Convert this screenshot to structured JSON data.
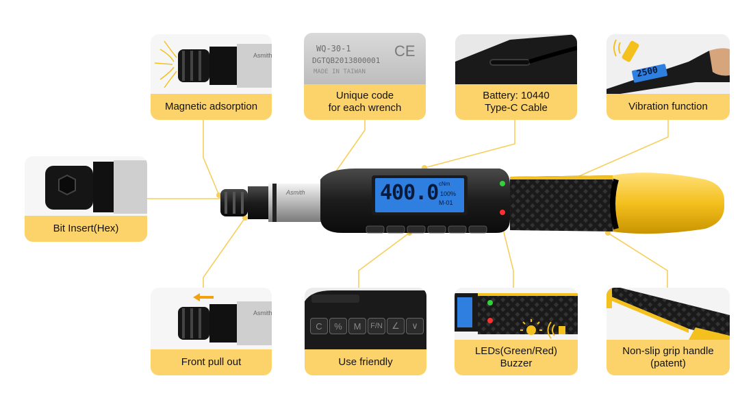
{
  "features": {
    "magnetic": {
      "caption": "Magnetic adsorption"
    },
    "unique_code": {
      "caption": "Unique code\nfor each wrench",
      "plate_line1": "WQ-30-1",
      "plate_line2": "DGTQB2013800001",
      "plate_line3": "MADE IN TAIWAN",
      "plate_mark": "CE"
    },
    "battery": {
      "caption": "Battery: 10440\nType-C Cable"
    },
    "vibration": {
      "caption": "Vibration function",
      "lcd_value": "2500"
    },
    "bit_insert": {
      "caption": "Bit Insert(Hex)"
    },
    "front_pull": {
      "caption": "Front pull out"
    },
    "use_friendly": {
      "caption": "Use friendly",
      "buttons": [
        "C",
        "%",
        "M",
        "F/N",
        "∠",
        "∨"
      ]
    },
    "leds": {
      "caption": "LEDs(Green/Red)\nBuzzer"
    },
    "grip": {
      "caption": "Non-slip grip handle\n(patent)"
    }
  },
  "wrench": {
    "lcd_value": "400.0",
    "lcd_unit": "cNm",
    "lcd_percent": "100%",
    "lcd_mode": "M-01",
    "brand": "Asmith"
  },
  "colors": {
    "accent": "#fcd36b",
    "line": "#f6cf5a",
    "lcd": "#2f7fe0",
    "handle_yellow": "#f4c01e"
  }
}
